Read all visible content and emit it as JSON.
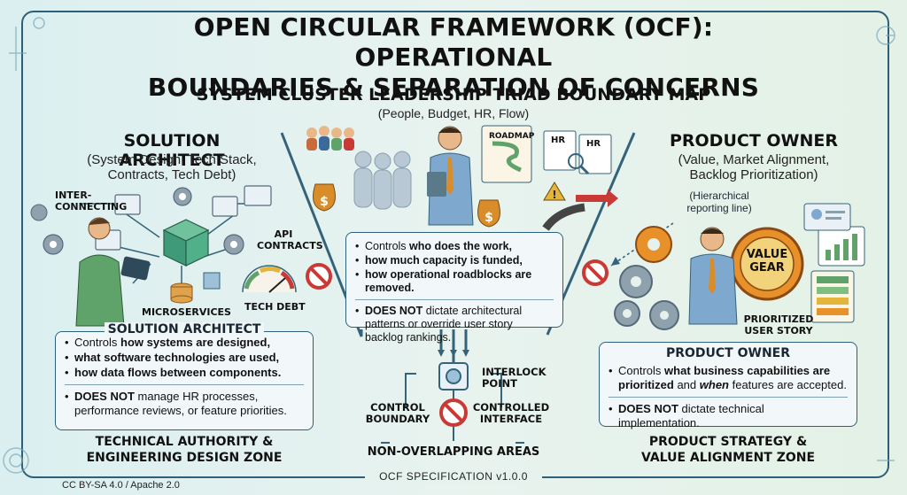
{
  "title": {
    "line1": "OPEN CIRCULAR FRAMEWORK (OCF): OPERATIONAL",
    "line2": "BOUNDARIES & SEPARATION OF CONCERNS"
  },
  "subtitle": "SYSTEM CLUSTER LEADERSHIP TRIAD BOUNDARY MAP",
  "subnote": "(People, Budget, HR, Flow)",
  "left": {
    "title": "SOLUTION ARCHITECT",
    "sub_lines": [
      "(System Design, Tech Stack,",
      "Contracts, Tech Debt)"
    ],
    "labels": {
      "interconnecting": [
        "INTER-",
        "CONNECTING"
      ],
      "api": [
        "API",
        "CONTRACTS"
      ],
      "microservices": "MICROSERVICES",
      "techdebt": "TECH DEBT"
    },
    "box": {
      "title": "SOLUTION ARCHITECT",
      "items": [
        {
          "pre": "Controls ",
          "bold": "how systems are designed,"
        },
        {
          "pre": "",
          "bold": "what software technologies are used,"
        },
        {
          "pre": "",
          "bold": "how data flows between components."
        }
      ],
      "not_bold": "DOES NOT",
      "not_rest": " manage HR processes, performance reviews, or feature priorities."
    },
    "zone": [
      "TECHNICAL AUTHORITY &",
      "ENGINEERING DESIGN ZONE"
    ]
  },
  "center": {
    "labels": {
      "roadmap": "ROADMAP",
      "hr1": "HR",
      "hr2": "HR"
    },
    "box": {
      "items": [
        {
          "pre": "Controls ",
          "bold": "who does the work,"
        },
        {
          "pre": "",
          "bold": "how much capacity is funded,"
        },
        {
          "pre": "",
          "bold": "how operational roadblocks are removed."
        }
      ],
      "not_bold": "DOES NOT",
      "not_rest": " dictate architectural patterns or override user story backlog rankings."
    },
    "interlock": [
      "INTERLOCK",
      "POINT"
    ],
    "control_boundary": [
      "CONTROL",
      "BOUNDARY"
    ],
    "controlled_interface": [
      "CONTROLLED",
      "INTERFACE"
    ],
    "non_overlap": "NON-OVERLAPPING AREAS"
  },
  "right": {
    "title": "PRODUCT OWNER",
    "sub_lines": [
      "(Value, Market Alignment,",
      "Backlog Prioritization)"
    ],
    "reporting": [
      "(Hierarchical",
      "reporting line)"
    ],
    "value_gear": [
      "VALUE",
      "GEAR"
    ],
    "prioritized": [
      "PRIORITIZED",
      "USER STORY"
    ],
    "box": {
      "title": "PRODUCT OWNER",
      "item_pre": "Controls ",
      "item_bold1": "what business capabilities are prioritized",
      "item_mid": " and ",
      "item_bold2": "when",
      "item_post": " features are accepted.",
      "not_bold": "DOES NOT",
      "not_rest": " dictate technical implementation."
    },
    "zone": [
      "PRODUCT STRATEGY &",
      "VALUE ALIGNMENT ZONE"
    ]
  },
  "footer": {
    "license": "CC BY-SA 4.0 / Apache 2.0",
    "spec": "OCF SPECIFICATION v1.0.0"
  },
  "colors": {
    "frame": "#2e5f78",
    "prohibit": "#c73a36",
    "money": "#d88c2a",
    "gear": "#e8902a",
    "shirt": "#7fa8cf",
    "accent_green": "#5fa36a"
  }
}
